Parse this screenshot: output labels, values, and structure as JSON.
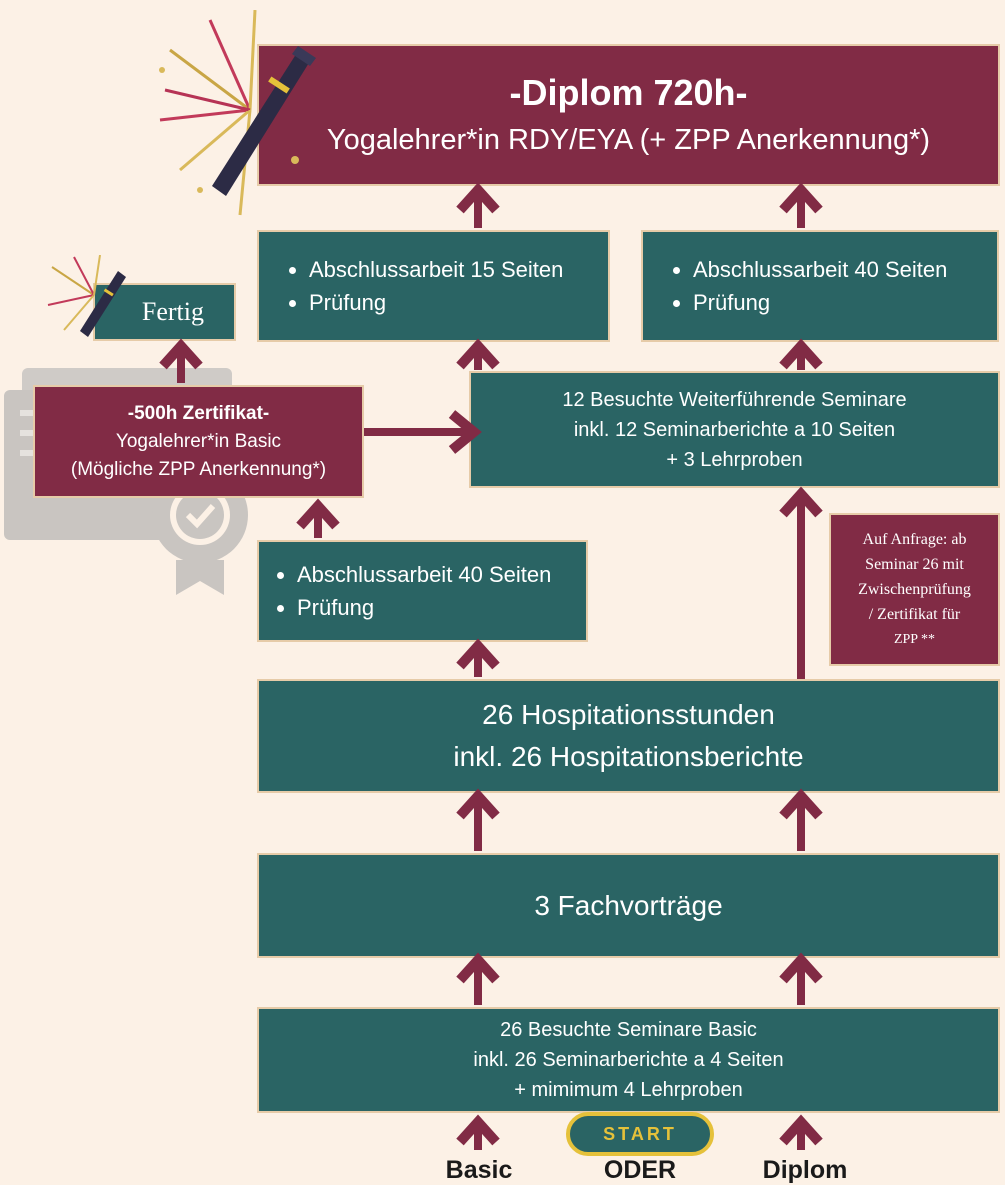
{
  "diplom": {
    "title": "-Diplom 720h-",
    "subtitle": "Yogalehrer*in RDY/EYA (+  ZPP Anerkennung*)"
  },
  "diplom_requirements": {
    "items": [
      "Abschlussarbeit 40 Seiten",
      "Prüfung"
    ]
  },
  "zertifikat_extra_requirements": {
    "items": [
      "Abschlussarbeit 15 Seiten",
      "Prüfung"
    ]
  },
  "fertig": {
    "label": "Fertig"
  },
  "zertifikat": {
    "title": "-500h Zertifikat-",
    "line1": "Yogalehrer*in Basic",
    "line2": "(Mögliche ZPP Anerkennung*)"
  },
  "weiterfuehrende": {
    "line1": "12 Besuchte Weiterführende Seminare",
    "line2": "inkl. 12  Seminarberichte a 10 Seiten",
    "line3": "+ 3 Lehrproben"
  },
  "basic_requirements": {
    "items": [
      "Abschlussarbeit 40 Seiten",
      "Prüfung"
    ]
  },
  "anfrage": {
    "lines": [
      "Auf Anfrage: ab",
      "Seminar 26 mit",
      "Zwischenprüfung",
      "/ Zertifikat für",
      "ZPP **"
    ]
  },
  "hospitation": {
    "line1": "26 Hospitationsstunden",
    "line2": "inkl. 26 Hospitationsberichte"
  },
  "fachvortraege": {
    "label": "3 Fachvorträge"
  },
  "seminare_basic": {
    "line1": "26 Besuchte Seminare Basic",
    "line2": "inkl. 26 Seminarberichte a 4 Seiten",
    "line3": "+ mimimum 4 Lehrproben"
  },
  "start": {
    "label": "START"
  },
  "paths": {
    "left": "Basic",
    "middle": "ODER",
    "right": "Diplom"
  },
  "icons": [
    "diploma-scroll-icon",
    "firework-icon",
    "certificate-icon"
  ],
  "colors": {
    "teal": "#2a6464",
    "wine": "#812b45",
    "background": "#fcf1e6",
    "border": "#e6cba8",
    "gold": "#e5c13a"
  }
}
